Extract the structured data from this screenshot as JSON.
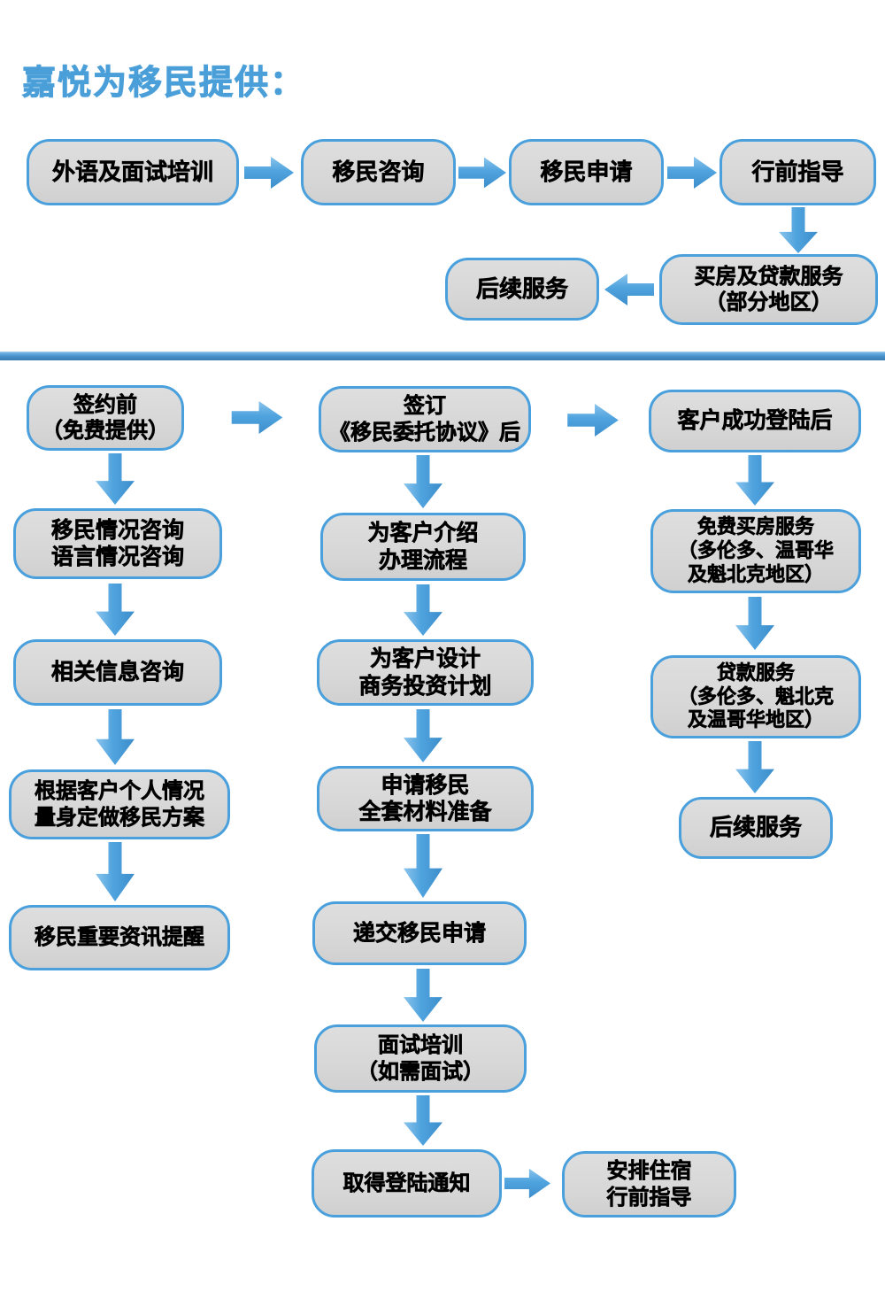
{
  "title": "嘉悦为移民提供：",
  "colors": {
    "title_blue": "#4A9FD9",
    "box_border_blue": "#4AA0DC",
    "box_fill_gray": "#D7D7D7",
    "arrow_blue": "#4FA3DE",
    "divider_blue": "#4890CB",
    "text_black": "#000000"
  },
  "top_flow": {
    "steps": [
      "外语及面试培训",
      "移民咨询",
      "移民申请",
      "行前指导"
    ],
    "house_loan": "买房及贷款服务\n（部分地区）",
    "followup": "后续服务"
  },
  "pre_sign_column": {
    "header": "签约前\n（免费提供）",
    "steps": [
      "移民情况咨询\n语言情况咨询",
      "相关信息咨询",
      "根据客户个人情况\n量身定做移民方案",
      "移民重要资讯提醒"
    ]
  },
  "post_sign_column": {
    "header": "签订\n《移民委托协议》后",
    "steps": [
      "为客户介绍\n办理流程",
      "为客户设计\n商务投资计划",
      "申请移民\n全套材料准备",
      "递交移民申请",
      "面试培训\n（如需面试）",
      "取得登陆通知"
    ],
    "side_step": "安排住宿\n行前指导"
  },
  "post_landing_column": {
    "header": "客户成功登陆后",
    "steps": [
      "免费买房服务\n（多伦多、温哥华\n及魁北克地区）",
      "贷款服务\n（多伦多、魁北克\n及温哥华地区）",
      "后续服务"
    ]
  }
}
